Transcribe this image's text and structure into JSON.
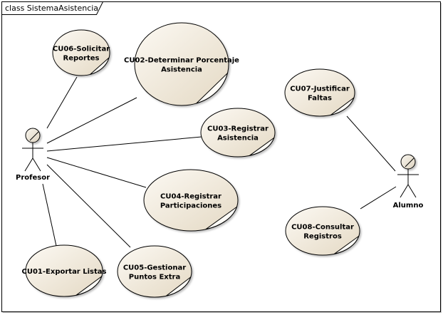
{
  "frame": {
    "title": "class SistemaAsistencia"
  },
  "colors": {
    "usecase_fill_light": "#fbf7f0",
    "usecase_fill_dark": "#e6dcc8",
    "stroke": "#000000",
    "background": "#ffffff"
  },
  "actors": [
    {
      "id": "profesor",
      "label": "Profesor"
    },
    {
      "id": "alumno",
      "label": "Alumno"
    }
  ],
  "use_cases": [
    {
      "id": "cu06",
      "lines": [
        "CU06-Solicitar",
        "Reportes"
      ]
    },
    {
      "id": "cu02",
      "lines": [
        "CU02-Determinar Porcentaje",
        "Asistencia"
      ]
    },
    {
      "id": "cu03",
      "lines": [
        "CU03-Registrar",
        "Asistencia"
      ]
    },
    {
      "id": "cu04",
      "lines": [
        "CU04-Registrar",
        "Participaciones"
      ]
    },
    {
      "id": "cu01",
      "lines": [
        "CU01-Exportar Listas"
      ]
    },
    {
      "id": "cu05",
      "lines": [
        "CU05-Gestionar",
        "Puntos Extra"
      ]
    },
    {
      "id": "cu07",
      "lines": [
        "CU07-Justificar",
        "Faltas"
      ]
    },
    {
      "id": "cu08",
      "lines": [
        "CU08-Consultar",
        "Registros"
      ]
    }
  ],
  "associations": [
    {
      "from": "profesor",
      "to": "cu06"
    },
    {
      "from": "profesor",
      "to": "cu02"
    },
    {
      "from": "profesor",
      "to": "cu03"
    },
    {
      "from": "profesor",
      "to": "cu04"
    },
    {
      "from": "profesor",
      "to": "cu01"
    },
    {
      "from": "profesor",
      "to": "cu05"
    },
    {
      "from": "alumno",
      "to": "cu07"
    },
    {
      "from": "alumno",
      "to": "cu08"
    }
  ]
}
